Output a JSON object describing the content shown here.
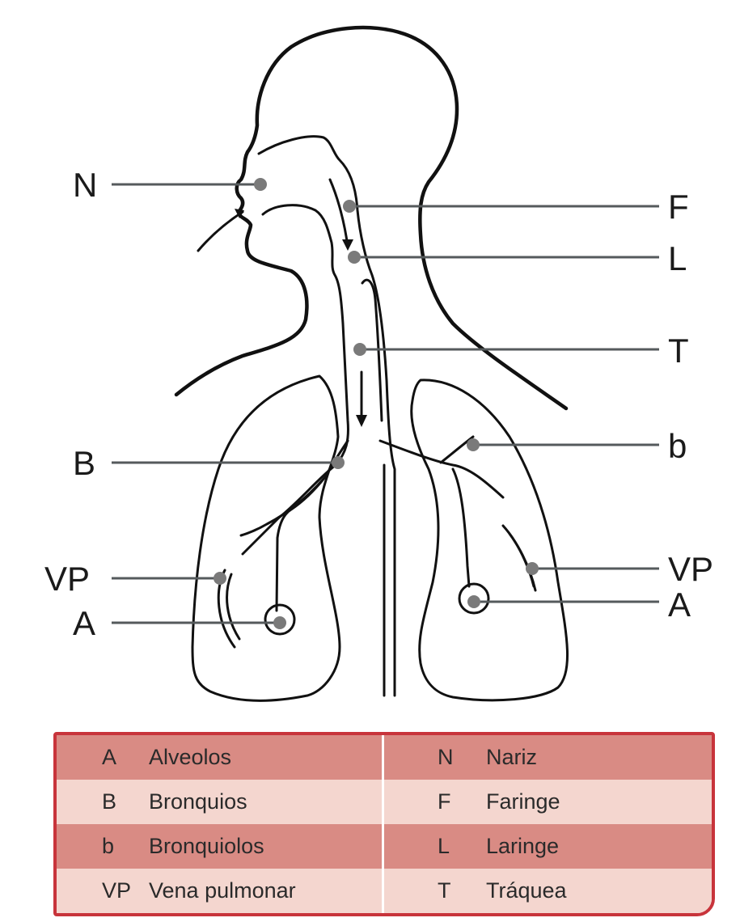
{
  "callouts": {
    "N": "N",
    "F": "F",
    "L": "L",
    "T": "T",
    "B": "B",
    "b": "b",
    "VP_left": "VP",
    "VP_right": "VP",
    "A_left": "A",
    "A_right": "A"
  },
  "legend": {
    "rows": [
      {
        "left_abbr": "A",
        "left_name": "Alveolos",
        "right_abbr": "N",
        "right_name": "Nariz"
      },
      {
        "left_abbr": "B",
        "left_name": "Bronquios",
        "right_abbr": "F",
        "right_name": "Faringe"
      },
      {
        "left_abbr": "b",
        "left_name": "Bronquiolos",
        "right_abbr": "L",
        "right_name": "Laringe"
      },
      {
        "left_abbr": "VP",
        "left_name": "Vena pulmonar",
        "right_abbr": "T",
        "right_name": "Tráquea"
      }
    ]
  },
  "colors": {
    "legend_border": "#c8343b",
    "legend_dark_row": "#d98b84",
    "legend_light_row": "#f4d6cf",
    "marker_dot": "#7a7a7a"
  }
}
